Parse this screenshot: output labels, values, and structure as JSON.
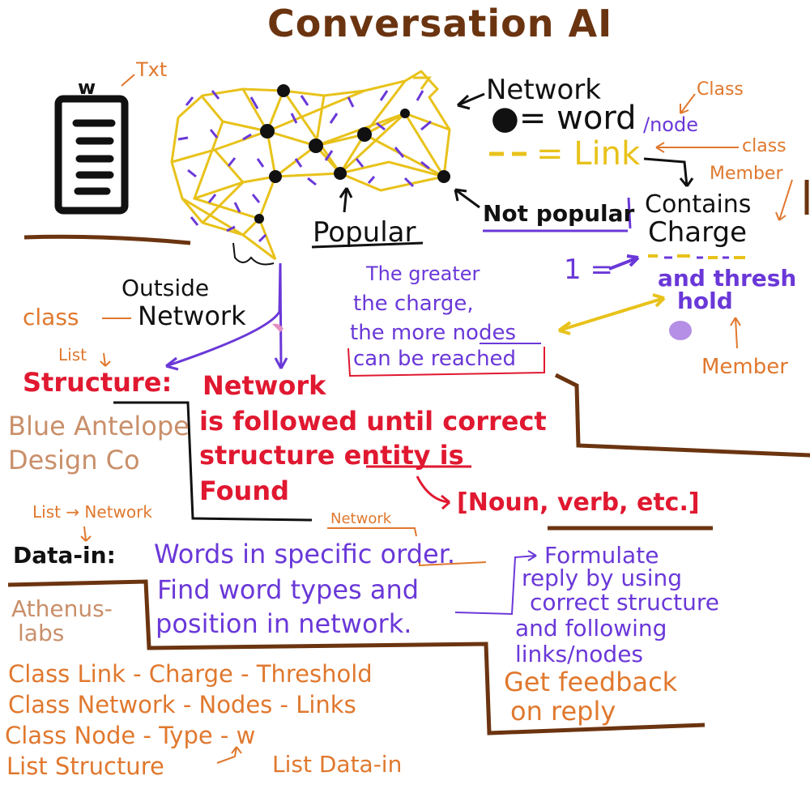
{
  "title": "Conversation AI",
  "txt_label": "Txt",
  "doc_icon_letter": "w",
  "network": {
    "arrow_label": "Network",
    "word_legend": "= word",
    "node_suffix": "/node",
    "link_legend": "= Link",
    "class_label_top": "Class",
    "class_label_link": "class",
    "member_label_top": "Member",
    "popular_label": "Popular",
    "not_popular_label": "Not popular",
    "outside_line1": "Outside",
    "outside_line2": "Network",
    "class_outside": "class"
  },
  "link_info": {
    "contains": "Contains",
    "charge": "Charge",
    "one_eq": "1 =",
    "and_thresh": "and thresh",
    "hold": "hold",
    "member_bottom": "Member"
  },
  "charge_note": {
    "line1": "The greater",
    "line2": "the charge,",
    "line3_pre": "the more",
    "line3_u": "nodes",
    "line4": "can be reached"
  },
  "structure": {
    "list_label": "List",
    "label": "Structure:",
    "line1": "Network",
    "line2": "is followed until correct",
    "line3_pre": "structure",
    "line3_u": "entity",
    "line3_post": "is",
    "line4": "Found",
    "types": "[Noun, verb, etc.]"
  },
  "company1": {
    "line1": "Blue Antelope",
    "line2": "Design Co"
  },
  "list_network_label": "List → Network",
  "data_in": {
    "network_label": "Network",
    "label": "Data-in:",
    "line1_pre": "Words in specific",
    "line1_u": "order.",
    "line2": "Find word types and",
    "line3": "position in network."
  },
  "reply": {
    "line1": "Formulate",
    "line2": "reply by using",
    "line3": "correct structure",
    "line4": "and following",
    "line5": "links/nodes",
    "feedback1": "Get feedback",
    "feedback2": "on reply"
  },
  "company2": {
    "line1": "Athenus-",
    "line2": "labs"
  },
  "classes": [
    "Class Link - Charge - Threshold",
    "Class Network - Nodes - Links",
    "Class Node - Type - w"
  ],
  "list_structure": "List Structure",
  "list_data_in": "List Data-in",
  "colors": {
    "title_brown": "#6b3410",
    "network_yellow": "#e8c21a",
    "link_purple": "#6a38d8",
    "annotation_orange": "#e0782e",
    "structure_red": "#e01830",
    "company_tan": "#c98f6a"
  }
}
